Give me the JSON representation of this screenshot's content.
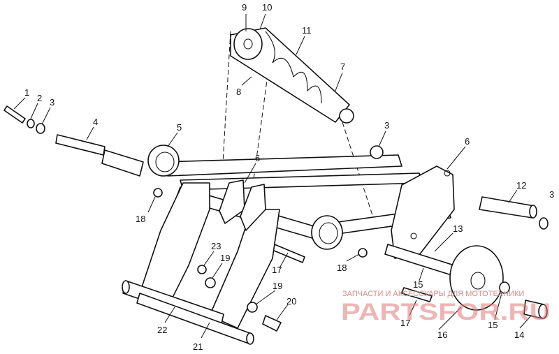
{
  "callouts": [
    "9",
    "10",
    "11",
    "7",
    "8",
    "1",
    "2",
    "3",
    "4",
    "5",
    "6",
    "3",
    "6",
    "12",
    "3",
    "18",
    "23",
    "19",
    "17",
    "13",
    "18",
    "15",
    "17",
    "19",
    "20",
    "22",
    "21",
    "16",
    "15",
    "14"
  ],
  "watermark": {
    "line1": "ЗАПЧАСТИ И АКСЕССУАРЫ ДЛЯ МОТОТЕХНИКИ",
    "line2": "PARTSFOR.RU"
  }
}
